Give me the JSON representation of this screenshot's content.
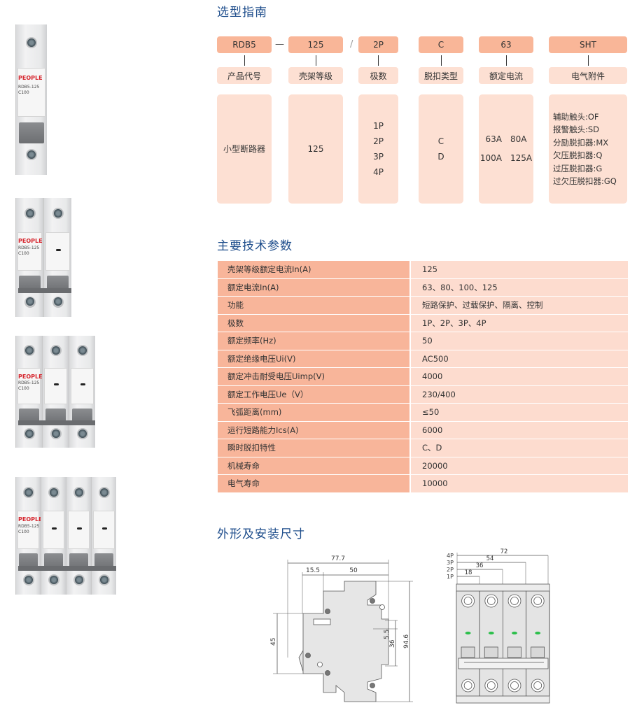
{
  "selection": {
    "title": "选型指南",
    "codes": [
      "RDB5",
      "125",
      "2P",
      "C",
      "63",
      "SHT"
    ],
    "separators": [
      "—",
      "/"
    ],
    "labels": [
      "产品代号",
      "壳架等级",
      "极数",
      "脱扣类型",
      "额定电流",
      "电气附件"
    ],
    "product_name": "小型断路器",
    "frame": "125",
    "poles": [
      "1P",
      "2P",
      "3P",
      "4P"
    ],
    "trip_types": [
      "C",
      "D"
    ],
    "currents": [
      "63A",
      "80A",
      "100A",
      "125A"
    ],
    "accessories": [
      "辅助触头:OF",
      "报警触头:SD",
      "分励脱扣器:MX",
      "欠压脱扣器:Q",
      "过压脱扣器:G",
      "过欠压脱扣器:GQ"
    ]
  },
  "specs": {
    "title": "主要技术参数",
    "rows": [
      {
        "k": "壳架等级额定电流Ⅰn(A)",
        "v": "125"
      },
      {
        "k": "额定电流In(A)",
        "v": "63、80、100、125"
      },
      {
        "k": "功能",
        "v": "短路保护、过载保护、隔离、控制"
      },
      {
        "k": "极数",
        "v": "1P、2P、3P、4P"
      },
      {
        "k": "额定频率(Hz)",
        "v": "50"
      },
      {
        "k": "额定绝缘电压Ui(V)",
        "v": "AC500"
      },
      {
        "k": "额定冲击耐受电压Uimp(V)",
        "v": "4000"
      },
      {
        "k": "额定工作电压Ue（V）",
        "v": "230/400"
      },
      {
        "k": "飞弧距离(mm)",
        "v": "≤50"
      },
      {
        "k": "运行短路能力Ics(A)",
        "v": "6000"
      },
      {
        "k": "瞬时脱扣特性",
        "v": "C、D"
      },
      {
        "k": "机械寿命",
        "v": "20000"
      },
      {
        "k": "电气寿命",
        "v": "10000"
      }
    ]
  },
  "dimensions": {
    "title": "外形及安装尺寸",
    "side": {
      "overall_depth": "77.7",
      "front": "15.5",
      "body": "50",
      "front_height": "45",
      "din_offset": "5.5",
      "din_width": "36",
      "height": "94.6"
    },
    "front": {
      "labels": [
        "4P",
        "3P",
        "2P",
        "1P"
      ],
      "widths": [
        "72",
        "54",
        "36",
        "18"
      ]
    }
  },
  "products": {
    "brand": "PEOPLE",
    "model": "RDB5-125",
    "rating": "C100",
    "variants": [
      1,
      2,
      3,
      4
    ]
  },
  "colors": {
    "title": "#1f4e8c",
    "code_box": "#f9b698",
    "label_box": "#fde0d3",
    "key_cell": "#f8b59a",
    "value_cell": "#fddccf"
  }
}
